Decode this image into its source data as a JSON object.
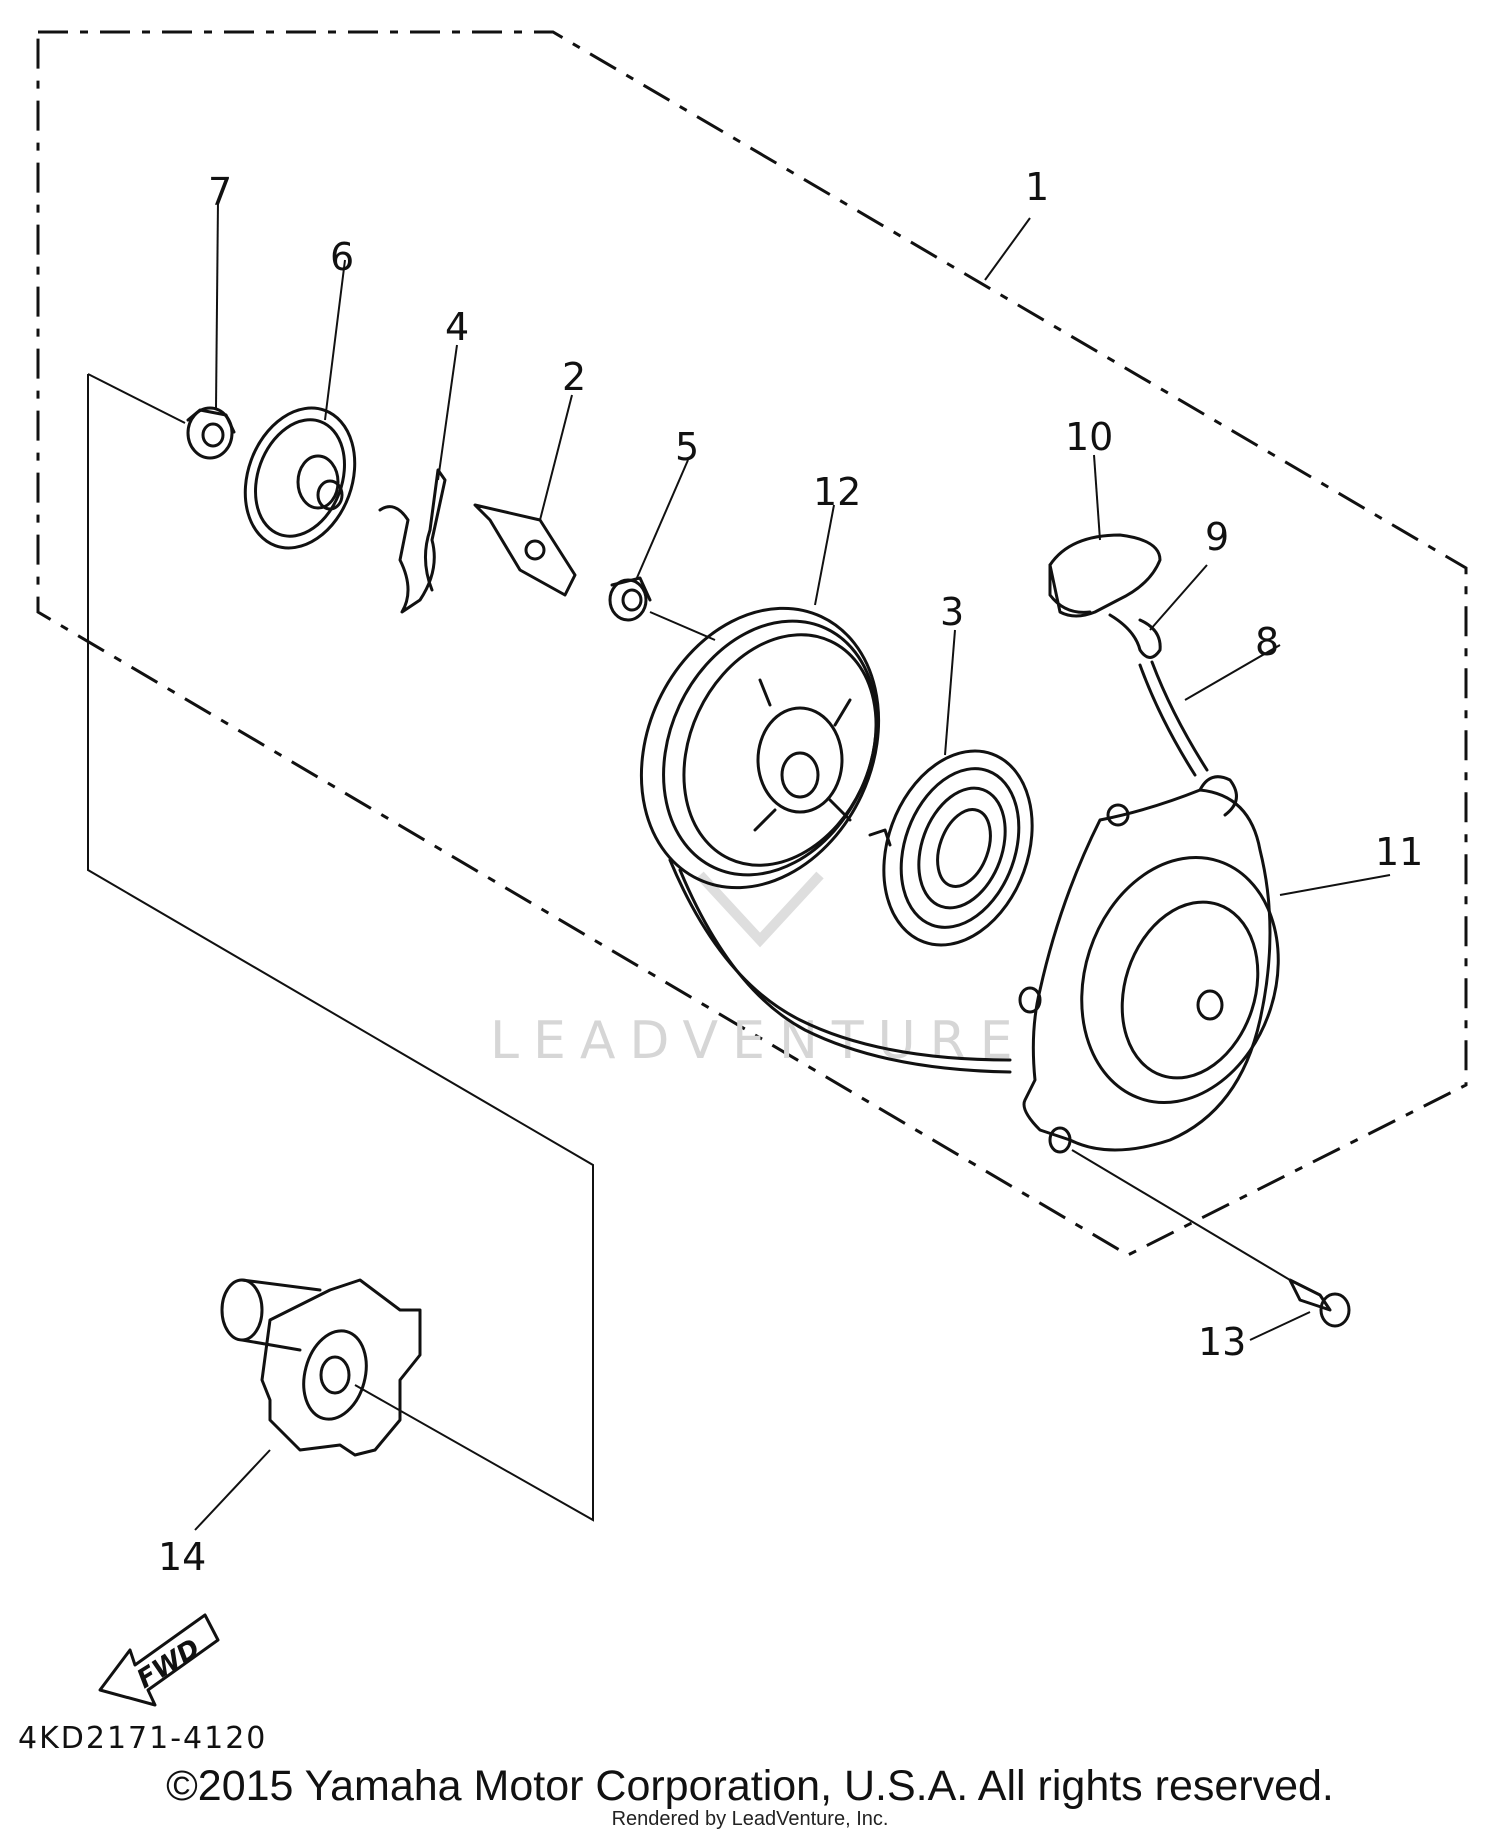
{
  "diagram": {
    "reference_code": "4KD2171-4120",
    "fwd_label": "FWD",
    "watermark": "LEADVENTURE",
    "copyright": "©2015 Yamaha Motor Corporation, U.S.A. All rights reserved.",
    "rendered_by": "Rendered by LeadVenture, Inc.",
    "callouts": {
      "c1": "1",
      "c2": "2",
      "c3": "3",
      "c4": "4",
      "c5": "5",
      "c6": "6",
      "c7": "7",
      "c8": "8",
      "c9": "9",
      "c10": "10",
      "c11": "11",
      "c12": "12",
      "c13": "13",
      "c14": "14"
    }
  }
}
